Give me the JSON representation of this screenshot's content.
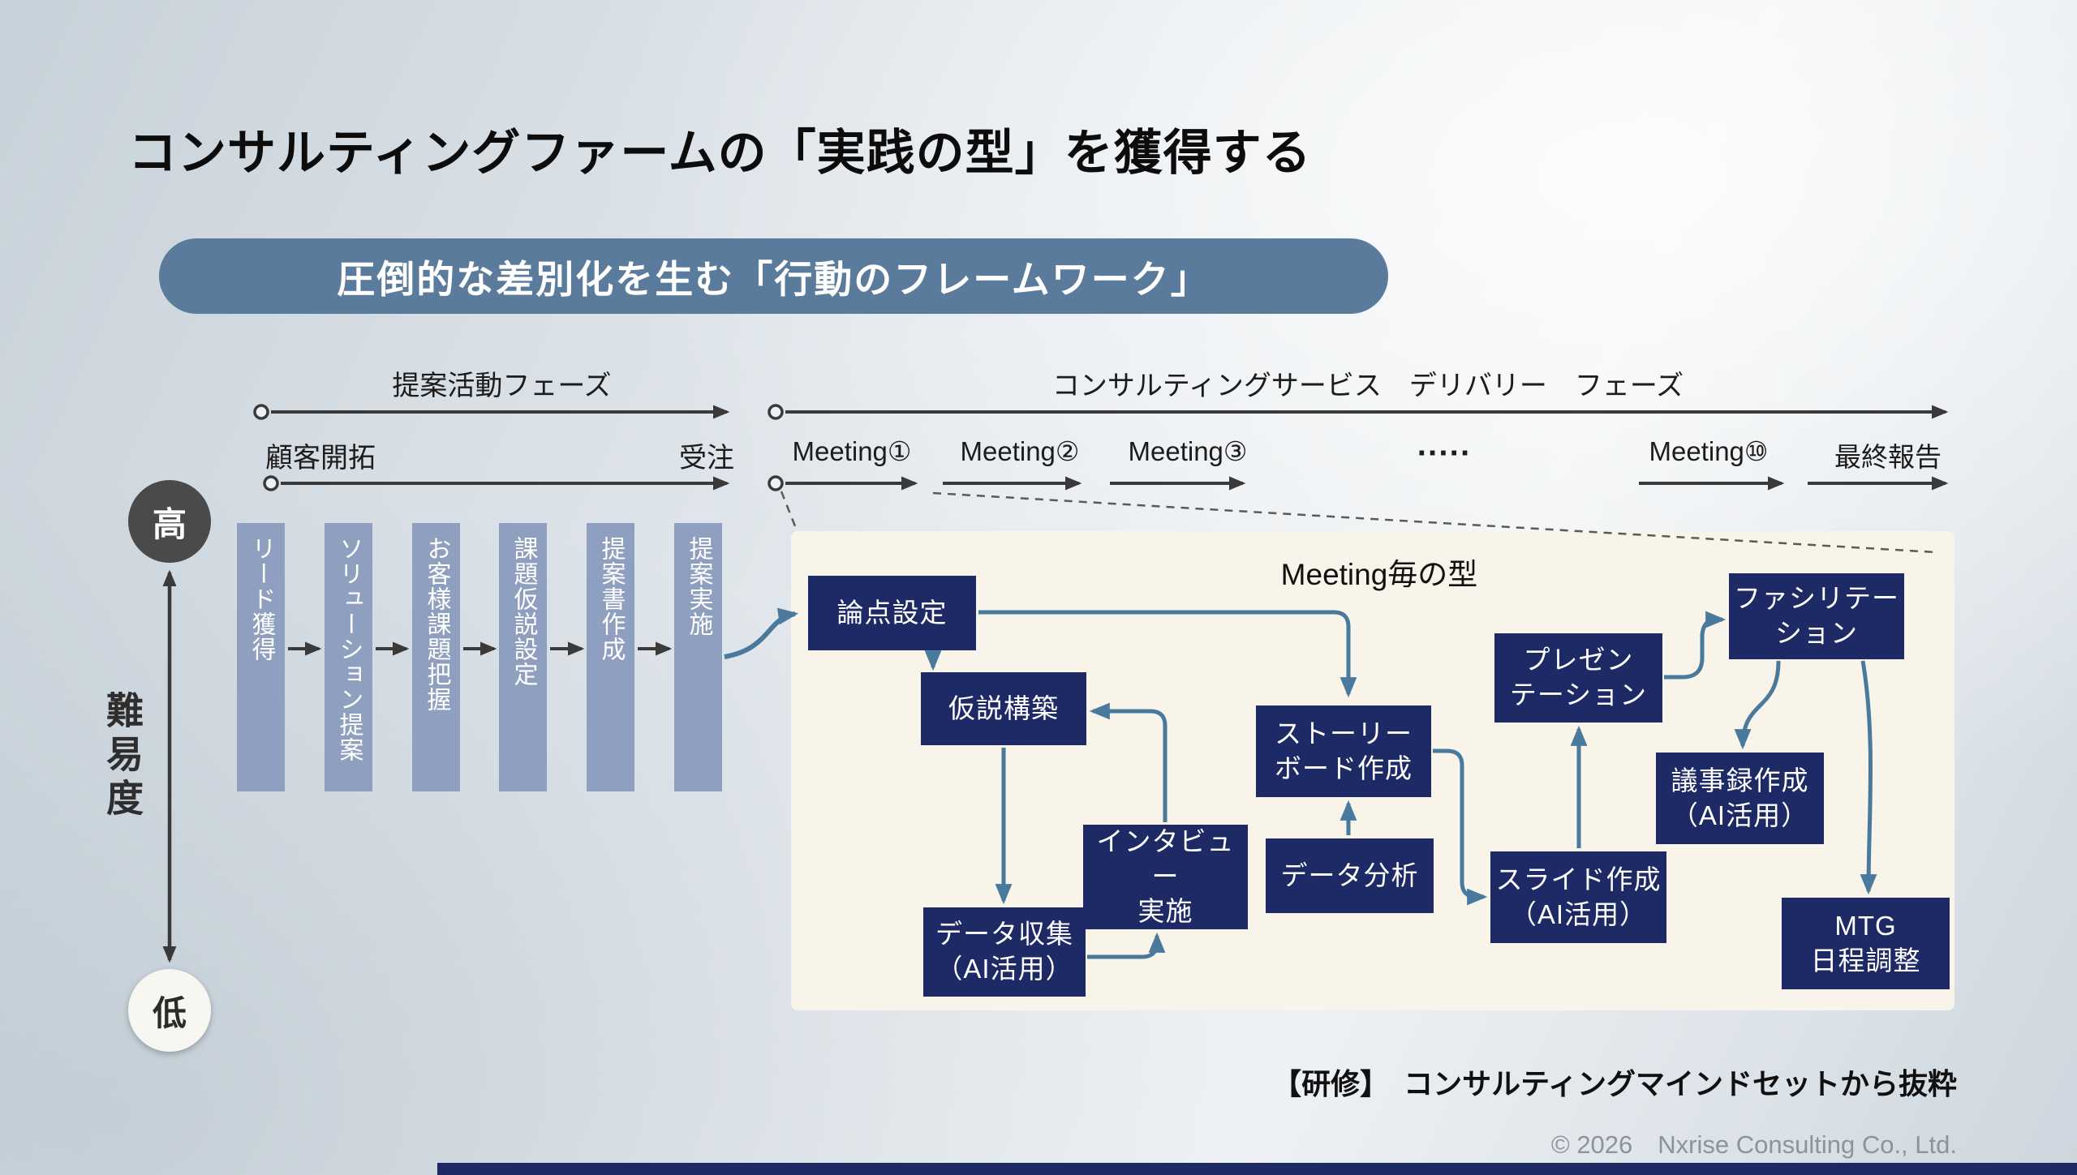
{
  "title": "コンサルティングファームの「実践の型」を獲得する",
  "banner": {
    "label": "圧倒的な差別化を生む「行動のフレームワーク」"
  },
  "proposal_phase": {
    "label": "提案活動フェーズ",
    "start_label": "顧客開拓",
    "end_label": "受注",
    "steps": [
      "リード獲得",
      "ソリューション提案",
      "お客様課題把握",
      "課題仮説設定",
      "提案書作成",
      "提案実施"
    ]
  },
  "delivery_phase": {
    "label": "コンサルティングサービス　デリバリー　フェーズ",
    "milestones": [
      "Meeting①",
      "Meeting②",
      "Meeting③",
      "·····",
      "Meeting⑩",
      "最終報告"
    ]
  },
  "difficulty_axis": {
    "label": "難易度",
    "high": "高",
    "low": "低"
  },
  "meeting_panel": {
    "title": "Meeting毎の型",
    "boxes": [
      {
        "label": "論点設定"
      },
      {
        "label": "仮説構築"
      },
      {
        "label": "インタビュー\n実施"
      },
      {
        "label": "データ収集\n（AI活用）"
      },
      {
        "label": "データ分析"
      },
      {
        "label": "ストーリー\nボード作成"
      },
      {
        "label": "スライド作成\n（AI活用）"
      },
      {
        "label": "プレゼン\nテーション"
      },
      {
        "label": "ファシリテー\nション"
      },
      {
        "label": "議事録作成\n（AI活用）"
      },
      {
        "label": "MTG\n日程調整"
      }
    ]
  },
  "footer": {
    "note": "【研修】　コンサルティングマインドセットから抜粋",
    "copyright": "© 2026　Nxrise Consulting Co., Ltd."
  },
  "colors": {
    "banner_bg": "#5a7b9c",
    "bar_bg": "#8f9fc0",
    "box_bg": "#1e2a66",
    "arrow_blue": "#49799c",
    "panel_bg": "#f9f4ea"
  }
}
